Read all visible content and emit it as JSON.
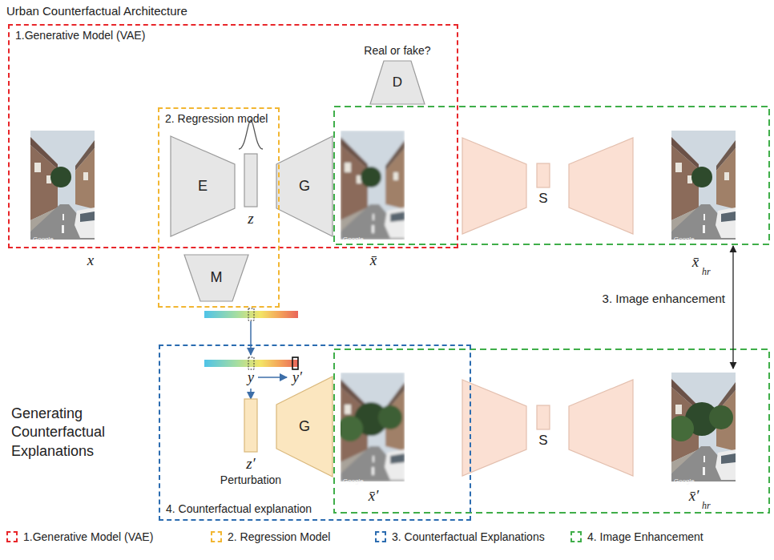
{
  "diagram": {
    "title": "Urban Counterfactual Architecture",
    "nodes": [
      {
        "text": [
          "1.Generative Model (VAE)"
        ]
      },
      {
        "text": [
          "D"
        ],
        "in": 0
      },
      {
        "text": [
          "2. Regression model"
        ]
      },
      {
        "text": [
          "E"
        ],
        "in": 2
      },
      {
        "text": [
          "z"
        ],
        "in": 2
      },
      {
        "text": [
          "G"
        ],
        "in": 0
      },
      {
        "text": [
          "M"
        ],
        "in": 2
      },
      {
        "text": [
          "S"
        ]
      },
      {
        "text": [
          "4. Counterfactual explanation"
        ]
      },
      {
        "text": [
          "z′",
          "Perturbation"
        ],
        "in": 8
      },
      {
        "text": [
          "G"
        ],
        "in": 8
      },
      {
        "text": [
          "S"
        ]
      }
    ],
    "labels": [
      "Real or fake?",
      "x",
      "x̄",
      "x̄",
      "hr",
      "3. Image enhancement",
      "Generating Counterfactual Explanations",
      "y",
      "y′",
      "x̄′",
      "x̄′",
      "hr",
      "Google",
      "Google",
      "Google",
      "Google",
      "Google"
    ],
    "legend": [
      {
        "text": "1.Generative Model (VAE)",
        "color": "#e8262a"
      },
      {
        "text": "2. Regression Model",
        "color": "#f2b632"
      },
      {
        "text": "3. Counterfactual Explanations",
        "color": "#2b6cb0"
      },
      {
        "text": "4. Image Enhancement",
        "color": "#3fae49"
      }
    ]
  }
}
